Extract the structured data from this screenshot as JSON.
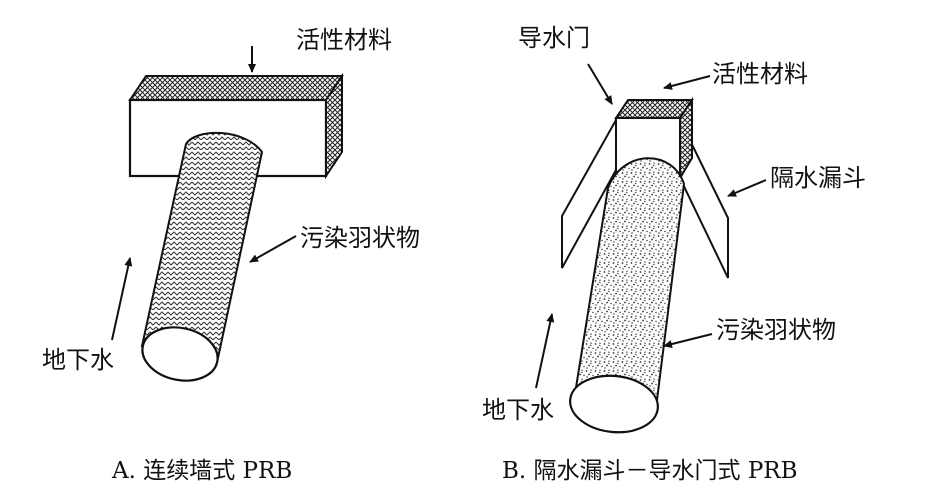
{
  "diagram_a": {
    "caption": "A. 连续墙式 PRB",
    "labels": {
      "active_material": "活性材料",
      "plume": "污染羽状物",
      "groundwater": "地下水"
    }
  },
  "diagram_b": {
    "caption": "B. 隔水漏斗－导水门式 PRB",
    "labels": {
      "gate": "导水门",
      "active_material": "活性材料",
      "funnel": "隔水漏斗",
      "plume": "污染羽状物",
      "groundwater": "地下水"
    }
  }
}
